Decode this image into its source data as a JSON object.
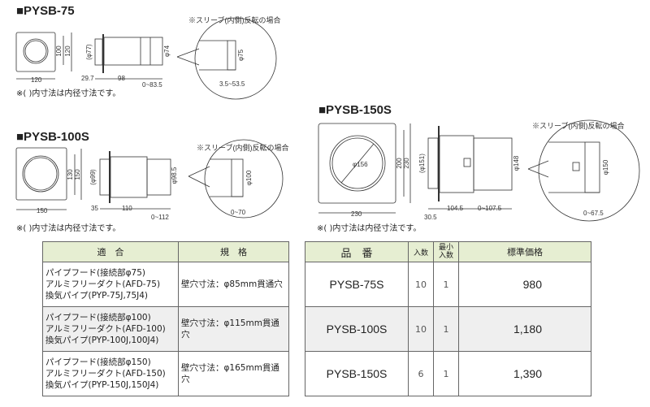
{
  "sections": [
    {
      "title": "■PYSB-75",
      "callout": "※スリーブ(内側)反転の場合",
      "note": "※( )内寸法は内径寸法です。",
      "dims": {
        "front_width": "120",
        "front_inner": "100",
        "front_outer": "120",
        "inner_dia": "(φ77)",
        "outer_dia": "φ74",
        "len_a": "29.7",
        "len_b": "98",
        "len_c": "0~83.5",
        "callout_dia": "φ75",
        "callout_range": "3.5~53.5"
      }
    },
    {
      "title": "■PYSB-100S",
      "callout": "※スリーブ(内側)反転の場合",
      "note": "※( )内寸法は内径寸法です。",
      "dims": {
        "front_width": "150",
        "front_inner": "130",
        "front_outer": "150",
        "inner_dia": "(φ99)",
        "outer_dia": "φ98.5",
        "len_a": "35",
        "len_b": "110",
        "len_c": "0~112",
        "callout_dia": "φ100",
        "callout_range": "0~70"
      }
    },
    {
      "title": "■PYSB-150S",
      "callout": "※スリーブ(内側)反転の場合",
      "note": "※( )内寸法は内径寸法です。",
      "dims": {
        "front_width": "230",
        "front_inner": "200",
        "front_outer": "230",
        "front_dia": "φ156",
        "inner_dia": "(φ151)",
        "outer_dia": "φ148",
        "len_a": "30.5",
        "len_b": "104.5",
        "len_c": "0~107.5",
        "callout_dia": "φ150",
        "callout_range": "0~67.5"
      }
    }
  ],
  "compat_table": {
    "headers": [
      "適　合",
      "規　格"
    ],
    "rows": [
      {
        "compat": [
          "パイプフード(接続部φ75)",
          "アルミフリーダクト(AFD-75)",
          "換気パイプ(PYP-75J,75J4)"
        ],
        "spec": "壁穴寸法：φ85mm貫通穴"
      },
      {
        "compat": [
          "パイプフード(接続部φ100)",
          "アルミフリーダクト(AFD-100)",
          "換気パイプ(PYP-100J,100J4)"
        ],
        "spec": "壁穴寸法：φ115mm貫通穴"
      },
      {
        "compat": [
          "パイプフード(接続部φ150)",
          "アルミフリーダクト(AFD-150)",
          "換気パイプ(PYP-150J,150J4)"
        ],
        "spec": "壁穴寸法：φ165mm貫通穴"
      }
    ]
  },
  "price_table": {
    "headers": [
      "品　番",
      "入数",
      "最小入数",
      "標準価格"
    ],
    "rows": [
      {
        "code": "PYSB-75S",
        "qty": "10",
        "min_qty": "1",
        "price": "980"
      },
      {
        "code": "PYSB-100S",
        "qty": "10",
        "min_qty": "1",
        "price": "1,180"
      },
      {
        "code": "PYSB-150S",
        "qty": "6",
        "min_qty": "1",
        "price": "1,390"
      }
    ]
  },
  "colors": {
    "header_bg": "#e6eed2",
    "alt_row_bg": "#efefef"
  }
}
